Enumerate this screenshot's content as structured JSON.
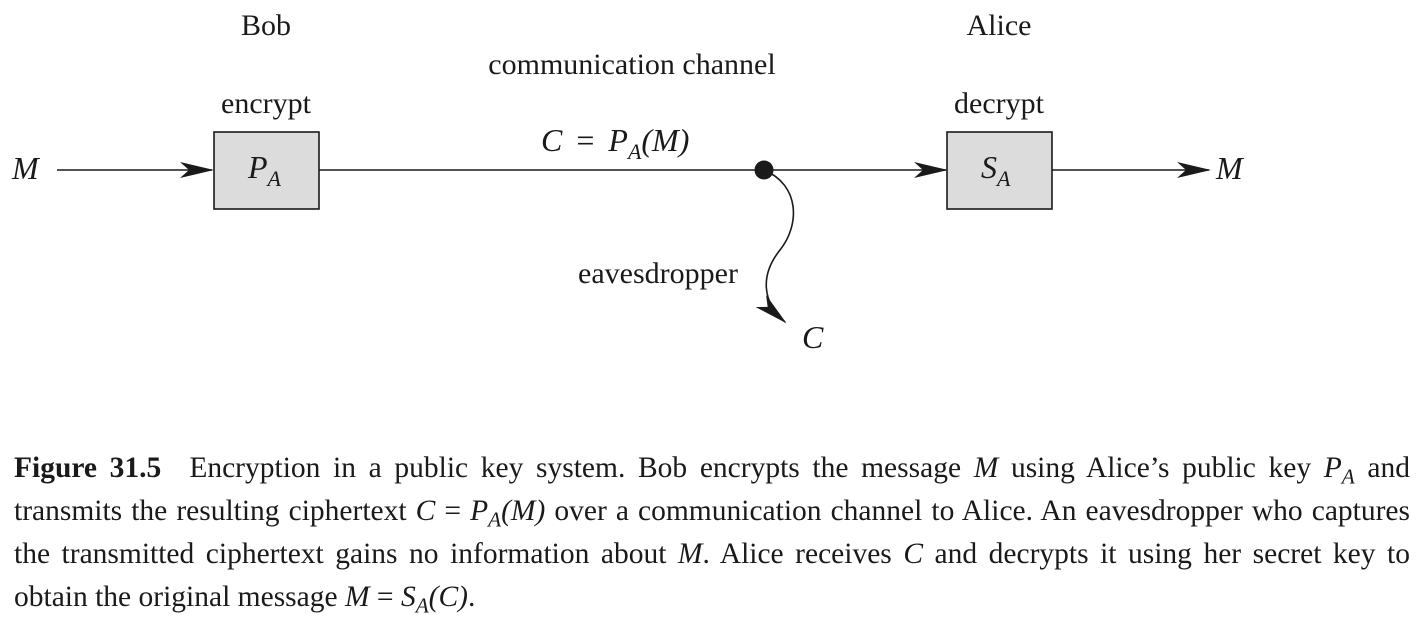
{
  "diagram": {
    "sender_name": "Bob",
    "receiver_name": "Alice",
    "channel_label": "communication channel",
    "encrypt_label": "encrypt",
    "decrypt_label": "decrypt",
    "input_message": "M",
    "output_message": "M",
    "encrypt_box": {
      "base": "P",
      "sub": "A"
    },
    "decrypt_box": {
      "base": "S",
      "sub": "A"
    },
    "channel_equation": {
      "lhs": "C",
      "eq": "=",
      "fn": "P",
      "sub": "A",
      "arg": "(M)"
    },
    "eavesdropper_label": "eavesdropper",
    "eavesdropper_output": "C"
  },
  "caption": {
    "figure_label": "Figure 31.5",
    "t1": "Encryption in a public key system. Bob encrypts the message ",
    "m1": "M",
    "t2": " using Alice’s public key ",
    "pa_base": "P",
    "pa_sub": "A",
    "t3": " and transmits the resulting ciphertext ",
    "c1": "C",
    "eq1": " = ",
    "pa2_base": "P",
    "pa2_sub": "A",
    "pa2_arg": "(M)",
    "t4": " over a communication channel to Alice. An eavesdropper who captures the transmitted ciphertext gains no information about ",
    "m2": "M",
    "t5": ". Alice receives ",
    "c2": "C",
    "t6": " and decrypts it using her secret key to obtain the original message ",
    "m3": "M",
    "eq2": " = ",
    "sa_base": "S",
    "sa_sub": "A",
    "sa_arg": "(C)",
    "t7": "."
  }
}
